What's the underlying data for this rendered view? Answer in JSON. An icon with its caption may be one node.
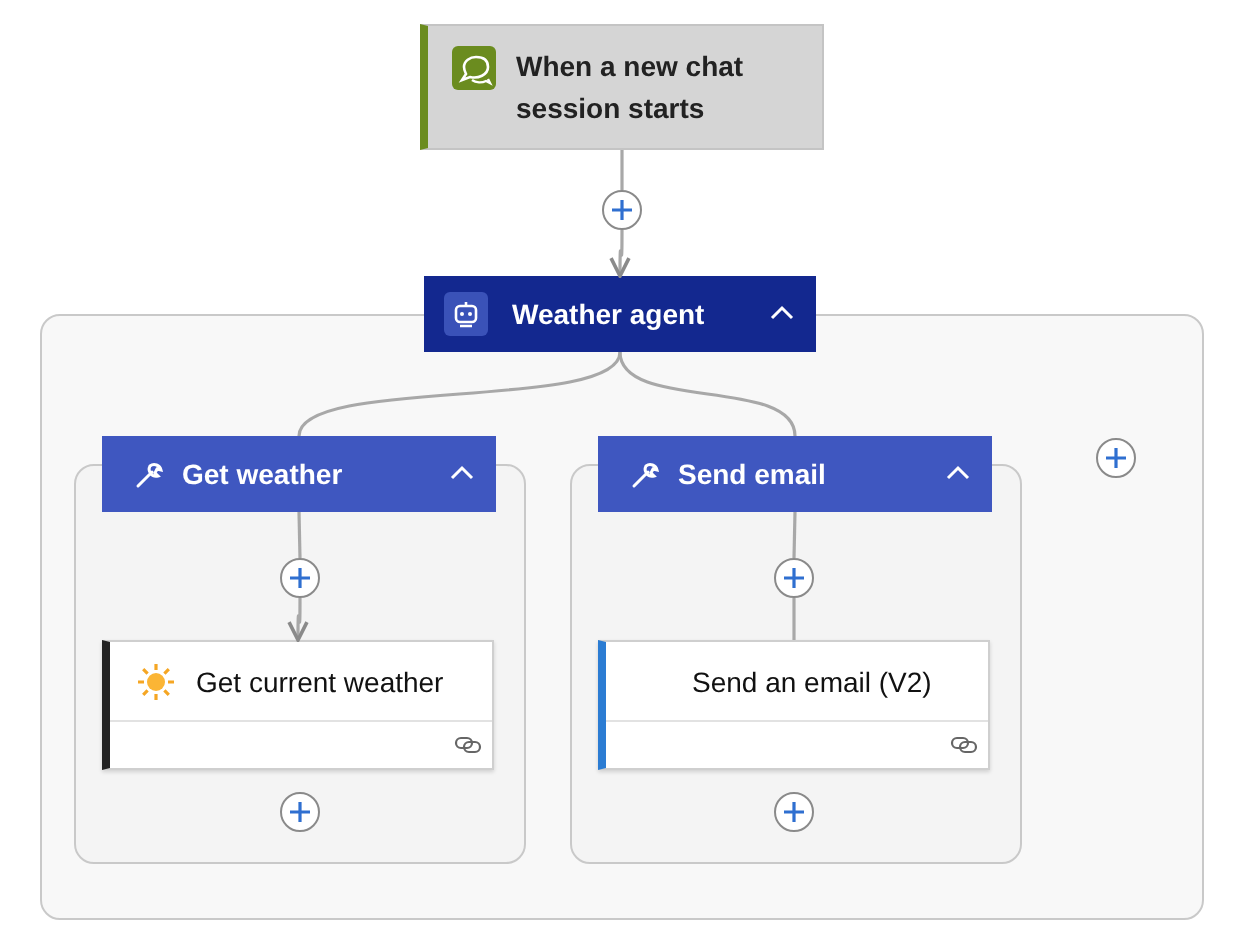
{
  "diagram": {
    "nodes": [
      {
        "text": [
          "When a new chat session starts"
        ]
      },
      {
        "text": [],
        "shape": "circle"
      },
      {
        "text": [
          "Weather agent"
        ]
      },
      {
        "text": [
          "Get weather"
        ],
        "in": 2
      },
      {
        "text": [],
        "shape": "circle",
        "in": 3
      },
      {
        "text": [
          "Get current weather"
        ],
        "in": 3
      },
      {
        "text": [],
        "shape": "circle",
        "in": 3
      },
      {
        "text": [
          "Send email"
        ],
        "in": 2
      },
      {
        "text": [],
        "shape": "circle",
        "in": 7
      },
      {
        "text": [
          "Send an email (V2)"
        ],
        "in": 7
      },
      {
        "text": [],
        "shape": "circle",
        "in": 7
      },
      {
        "text": [],
        "shape": "circle",
        "in": 2
      }
    ],
    "edges": [
      {
        "from": 0,
        "to": 1,
        "arrow": "none"
      },
      {
        "from": 1,
        "to": 2,
        "arrow": "to"
      },
      {
        "from": 2,
        "to": 3,
        "arrow": "none"
      },
      {
        "from": 2,
        "to": 7,
        "arrow": "none"
      },
      {
        "from": 3,
        "to": 4,
        "arrow": "none"
      },
      {
        "from": 4,
        "to": 5,
        "arrow": "to"
      },
      {
        "from": 7,
        "to": 8,
        "arrow": "none"
      },
      {
        "from": 8,
        "to": 9,
        "arrow": "none"
      }
    ]
  }
}
